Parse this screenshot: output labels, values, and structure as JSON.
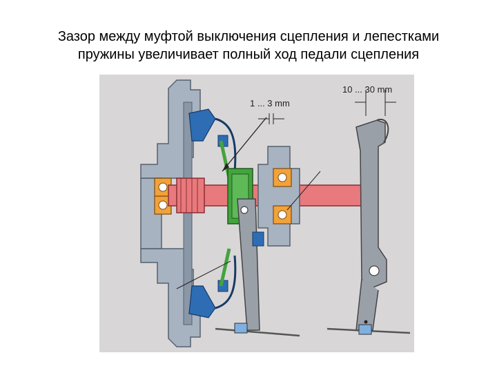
{
  "title": {
    "line1": "Зазор между муфтой выключения сцепления и лепестками",
    "line2": "пружины увеличивает полный ход педали сцепления"
  },
  "figure": {
    "gap_label": "1 ... 3 mm",
    "travel_label": "10 ... 30 mm",
    "colors": {
      "background": "#d9d6d8",
      "housing": "#a7b3c0",
      "housing_dark": "#6f7e8f",
      "spring_blue": "#2e6db4",
      "bearing_green": "#44a33e",
      "shaft_red": "#e8797c",
      "bearing_orange": "#f2a23a",
      "lever_gray": "#9aa0a8",
      "line_dark": "#333333"
    }
  }
}
